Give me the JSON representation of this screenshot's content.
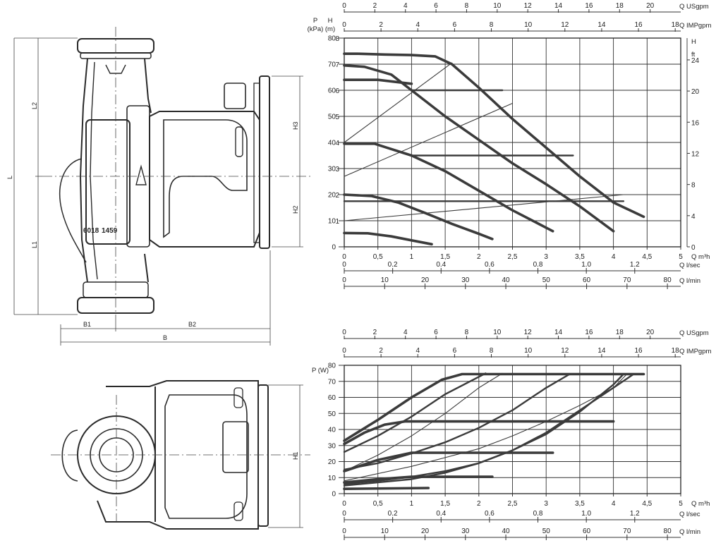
{
  "drawing": {
    "dim_labels": {
      "L": "L",
      "L1": "L1",
      "L2": "L2",
      "H1": "H1",
      "H2": "H2",
      "H3": "H3",
      "B": "B",
      "B1": "B1",
      "B2": "B2"
    },
    "casting_marks": [
      "6018",
      "1459"
    ]
  },
  "chart_data": [
    {
      "type": "line",
      "title": "",
      "x_axis": {
        "label": "Q m³h",
        "range": [
          0,
          5
        ],
        "ticks": [
          "0",
          "0,5",
          "1",
          "1,5",
          "2",
          "2,5",
          "3",
          "3,5",
          "4",
          "4,5",
          "5"
        ]
      },
      "secondary_x_axes": [
        {
          "label": "Q USgpm",
          "position": "top",
          "range": [
            0,
            22
          ],
          "ticks": [
            "0",
            "2",
            "4",
            "6",
            "8",
            "10",
            "12",
            "14",
            "16",
            "18",
            "20"
          ]
        },
        {
          "label": "Q IMPgpm",
          "position": "top",
          "range": [
            0,
            18.3
          ],
          "ticks": [
            "0",
            "2",
            "4",
            "6",
            "8",
            "10",
            "12",
            "14",
            "16",
            "18"
          ]
        },
        {
          "label": "Q l/sec",
          "position": "bottom",
          "range": [
            0,
            1.39
          ],
          "ticks": [
            "0",
            "0.2",
            "0.4",
            "0.6",
            "0.8",
            "1.0",
            "1.2"
          ]
        },
        {
          "label": "Q l/min",
          "position": "bottom",
          "range": [
            0,
            83.3
          ],
          "ticks": [
            "0",
            "10",
            "20",
            "30",
            "40",
            "50",
            "60",
            "70",
            "80"
          ]
        }
      ],
      "y_axes": [
        {
          "label": "P (kPa)",
          "label_lines": [
            "P",
            "(kPa)"
          ],
          "position": "left",
          "range": [
            0,
            80
          ],
          "ticks": [
            "0",
            "10",
            "20",
            "30",
            "40",
            "50",
            "60",
            "70",
            "80"
          ]
        },
        {
          "label": "H (m)",
          "label_lines": [
            "H",
            "(m)"
          ],
          "position": "left",
          "range": [
            0,
            8
          ],
          "ticks": [
            "1",
            "2",
            "3",
            "4",
            "5",
            "6",
            "7",
            "8"
          ]
        },
        {
          "label": "H ft",
          "label_lines": [
            "H",
            "ft"
          ],
          "position": "right",
          "range": [
            0,
            26.8
          ],
          "ticks": [
            "0",
            "4",
            "8",
            "12",
            "16",
            "20",
            "24"
          ]
        }
      ],
      "grid": true,
      "series": [
        {
          "x": [
            0,
            0.2,
            0.6,
            1.0,
            1.35,
            1.6,
            2.0,
            2.5,
            3.0,
            3.5,
            4.0,
            4.45
          ],
          "y": [
            74,
            74,
            73.7,
            73.5,
            73,
            70,
            61,
            49,
            38,
            27,
            17,
            11.5
          ],
          "style": "thick"
        },
        {
          "x": [
            0,
            0.3,
            0.7,
            1.0,
            1.5,
            2.0,
            2.5,
            3.0,
            3.5,
            4.0
          ],
          "y": [
            69.5,
            69,
            66,
            60,
            50,
            41,
            32,
            24,
            15.5,
            6
          ],
          "style": "thick"
        },
        {
          "x": [
            0,
            0.5,
            1.0
          ],
          "y": [
            64,
            64,
            62.5
          ],
          "style": "thick"
        },
        {
          "x": [
            0,
            0.45,
            1.0,
            1.5,
            2.0,
            2.5,
            3.1
          ],
          "y": [
            39.5,
            39.5,
            35,
            29,
            21.5,
            14,
            6
          ],
          "style": "thick"
        },
        {
          "x": [
            0,
            0.4,
            0.8,
            1.2,
            1.6,
            2.0,
            2.2
          ],
          "y": [
            20,
            19.5,
            17,
            13,
            8.8,
            5,
            3
          ],
          "style": "thick"
        },
        {
          "x": [
            0,
            0.35,
            0.7,
            1.0,
            1.3
          ],
          "y": [
            5.3,
            5.2,
            4,
            2.5,
            1
          ],
          "style": "thick"
        },
        {
          "x": [
            1.0,
            2.35
          ],
          "y": [
            60,
            60
          ],
          "style": "medium"
        },
        {
          "x": [
            1.0,
            3.4
          ],
          "y": [
            35,
            35
          ],
          "style": "medium"
        },
        {
          "x": [
            0,
            4.15
          ],
          "y": [
            17.5,
            17.5
          ],
          "style": "medium"
        },
        {
          "x": [
            0,
            1.6
          ],
          "y": [
            40,
            70.5
          ],
          "style": "thin"
        },
        {
          "x": [
            0,
            2.5
          ],
          "y": [
            27,
            55
          ],
          "style": "thin"
        },
        {
          "x": [
            0,
            4.15
          ],
          "y": [
            10,
            20
          ],
          "style": "thin"
        }
      ]
    },
    {
      "type": "line",
      "title": "",
      "x_axis": {
        "label": "Q m³h",
        "range": [
          0,
          5
        ],
        "ticks": [
          "0",
          "0,5",
          "1",
          "1,5",
          "2",
          "2,5",
          "3",
          "3,5",
          "4",
          "4,5",
          "5"
        ]
      },
      "secondary_x_axes": [
        {
          "label": "Q USgpm",
          "position": "top",
          "range": [
            0,
            22
          ],
          "ticks": [
            "0",
            "2",
            "4",
            "6",
            "8",
            "10",
            "12",
            "14",
            "16",
            "18",
            "20"
          ]
        },
        {
          "label": "Q IMPgpm",
          "position": "top",
          "range": [
            0,
            18.3
          ],
          "ticks": [
            "0",
            "2",
            "4",
            "6",
            "8",
            "10",
            "12",
            "14",
            "16",
            "18"
          ]
        },
        {
          "label": "Q l/sec",
          "position": "bottom",
          "range": [
            0,
            1.39
          ],
          "ticks": [
            "0",
            "0.2",
            "0.4",
            "0.6",
            "0.8",
            "1.0",
            "1.2"
          ]
        },
        {
          "label": "Q l/min",
          "position": "bottom",
          "range": [
            0,
            83.3
          ],
          "ticks": [
            "0",
            "10",
            "20",
            "30",
            "40",
            "50",
            "60",
            "70",
            "80"
          ]
        }
      ],
      "y_axes": [
        {
          "label": "P (W)",
          "position": "left",
          "range": [
            0,
            80
          ],
          "ticks": [
            "0",
            "10",
            "20",
            "30",
            "40",
            "50",
            "60",
            "70",
            "80"
          ]
        }
      ],
      "grid": true,
      "series": [
        {
          "x": [
            0,
            0.5,
            1.0,
            1.45,
            1.75,
            4.45
          ],
          "y": [
            33,
            46,
            60,
            71,
            74.5,
            74.5
          ],
          "style": "thick"
        },
        {
          "x": [
            0,
            0.3,
            0.6,
            0.9,
            4.0
          ],
          "y": [
            31,
            38,
            43,
            45,
            45
          ],
          "style": "thick"
        },
        {
          "x": [
            0,
            0.5,
            1.0,
            3.1
          ],
          "y": [
            14,
            21,
            25.5,
            25.5
          ],
          "style": "thick"
        },
        {
          "x": [
            0,
            0.5,
            1.0,
            2.2
          ],
          "y": [
            7,
            9,
            10.5,
            10.5
          ],
          "style": "thick"
        },
        {
          "x": [
            0,
            1.25
          ],
          "y": [
            3,
            3.5
          ],
          "style": "thick"
        },
        {
          "x": [
            0,
            0.5,
            1.0,
            1.5,
            2.1
          ],
          "y": [
            26,
            36,
            48,
            62,
            75
          ],
          "style": "medium"
        },
        {
          "x": [
            0,
            0.5,
            1.0,
            1.5,
            2.0,
            2.5,
            3.0,
            3.35
          ],
          "y": [
            15,
            19,
            25,
            32,
            41,
            52,
            66,
            74.5
          ],
          "style": "medium"
        },
        {
          "x": [
            0,
            0.5,
            1.0,
            1.5,
            2.0,
            2.5,
            3.0,
            3.5,
            4.0,
            4.15
          ],
          "y": [
            6,
            8,
            10.5,
            14,
            19,
            27,
            37,
            51,
            68,
            74.5
          ],
          "style": "medium"
        },
        {
          "x": [
            0,
            1.0,
            1.5,
            2.0,
            2.5,
            3.0,
            3.5,
            4.0,
            4.3
          ],
          "y": [
            5,
            9,
            13,
            19,
            27,
            38,
            52,
            66,
            74.5
          ],
          "style": "medium"
        },
        {
          "x": [
            0,
            0.5,
            1.0,
            1.5,
            2.0,
            2.35
          ],
          "y": [
            14,
            24,
            36,
            50,
            66,
            75
          ],
          "style": "thin"
        },
        {
          "x": [
            0,
            1.0,
            2.0,
            2.5,
            3.0,
            3.5,
            4.0,
            4.2
          ],
          "y": [
            8,
            17,
            28,
            36,
            45,
            55,
            66,
            74.5
          ],
          "style": "thin"
        }
      ]
    }
  ]
}
